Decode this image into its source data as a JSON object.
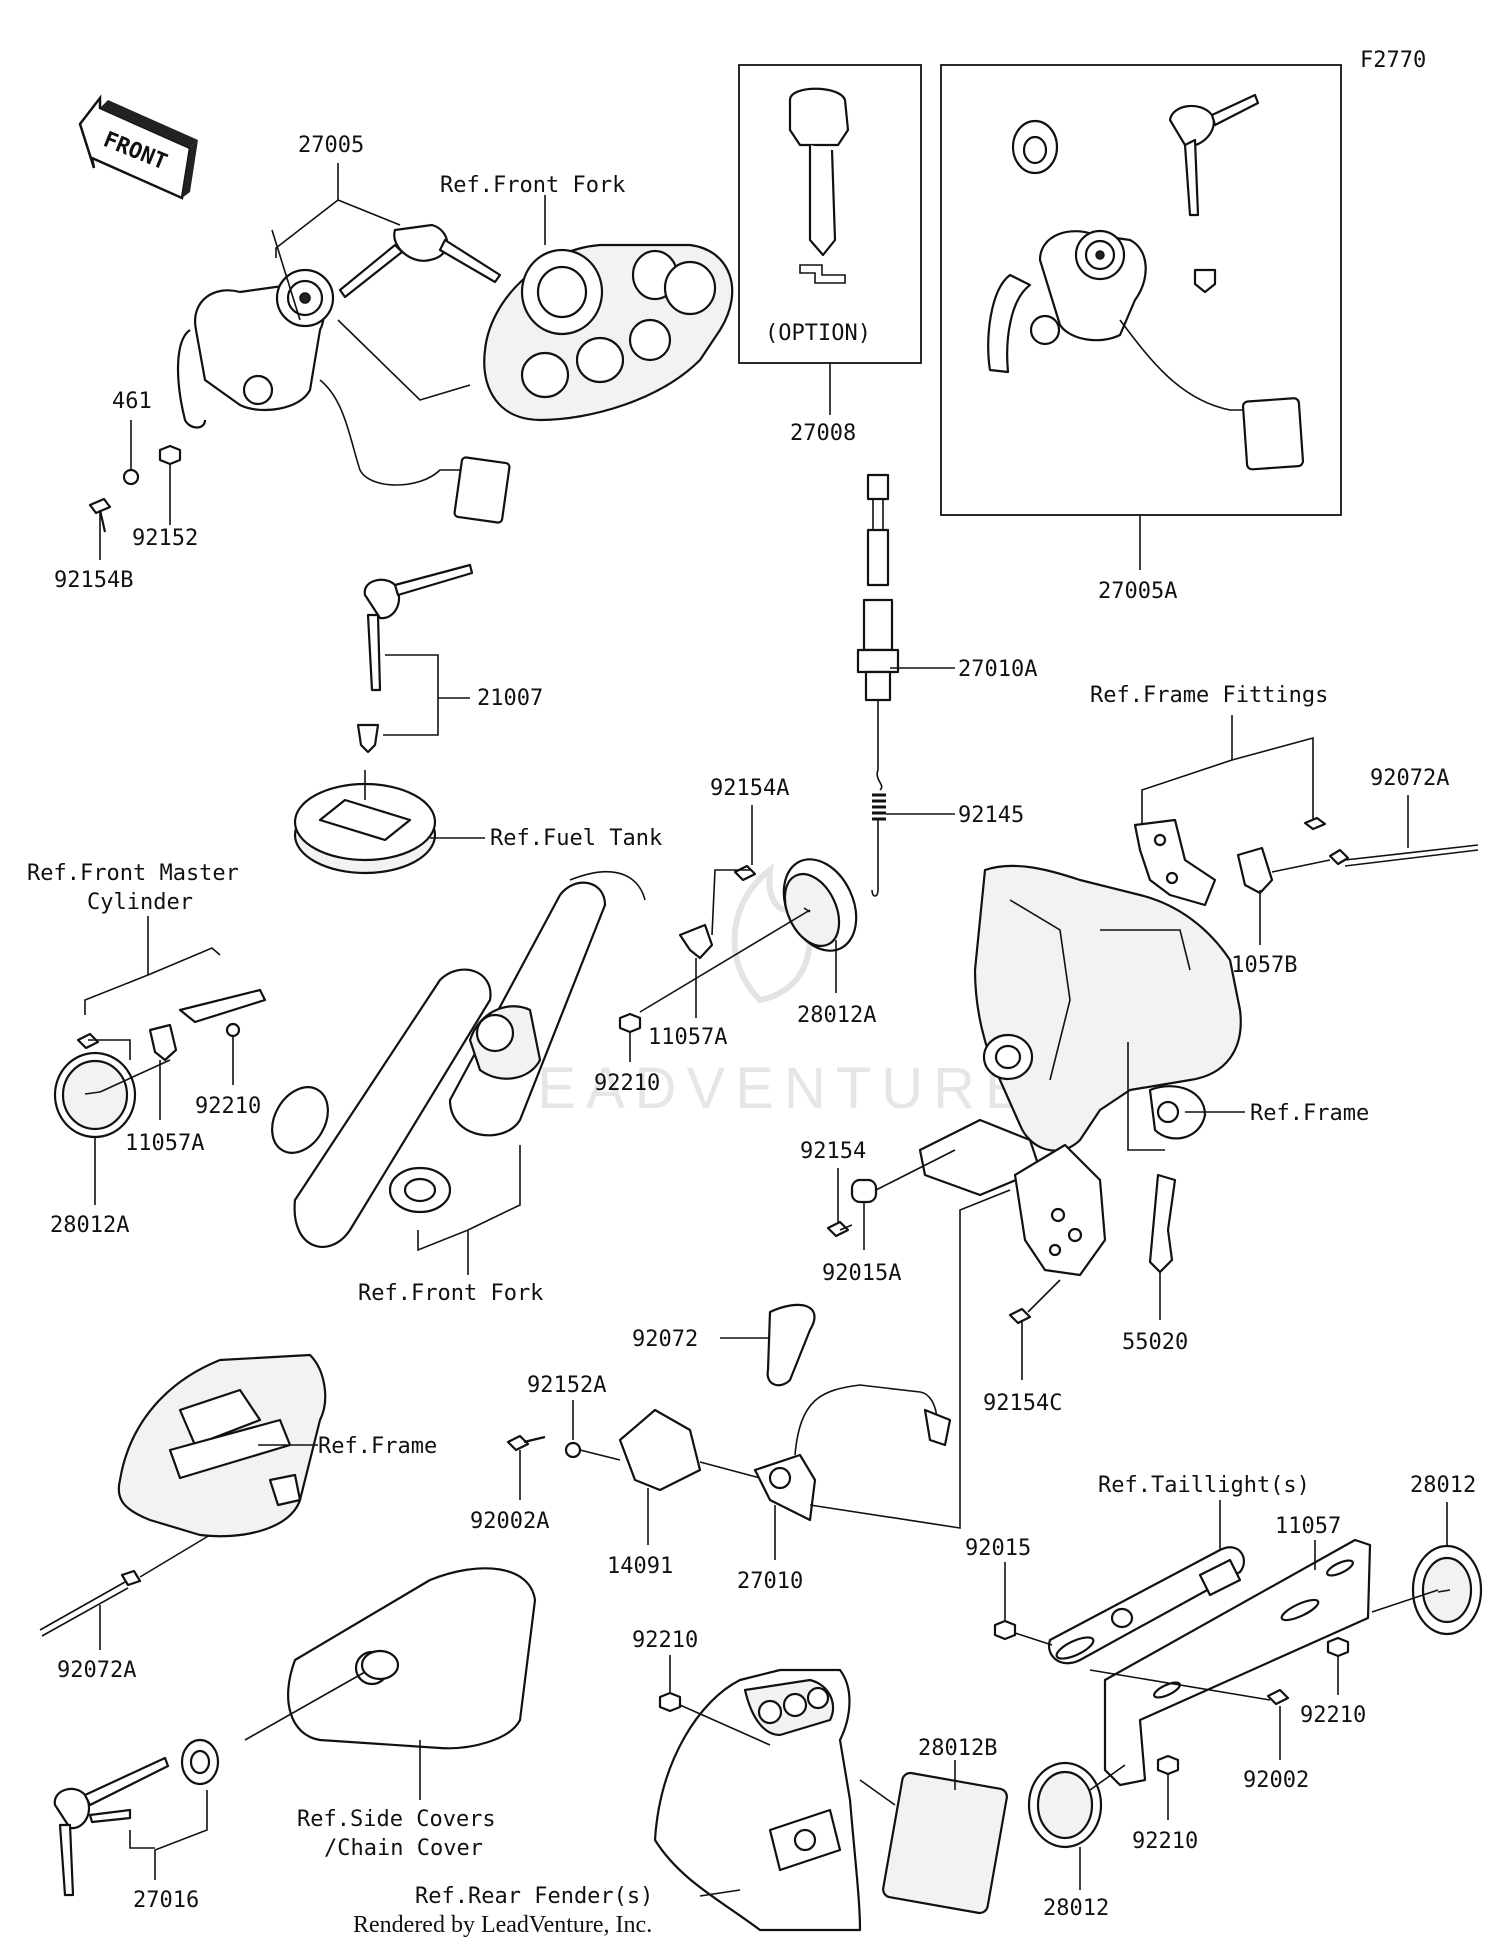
{
  "diagram_code": "F2770",
  "front_arrow_label": "FRONT",
  "footer": "Rendered by LeadVenture, Inc.",
  "watermark": "LEADVENTURE",
  "option_label": "(OPTION)",
  "labels": {
    "p27005": "27005",
    "p461": "461",
    "p92152": "92152",
    "p92154B": "92154B",
    "ref_front_fork_top": "Ref.Front Fork",
    "p27008": "27008",
    "p27005A": "27005A",
    "p21007": "21007",
    "ref_fuel_tank": "Ref.Fuel Tank",
    "p27010A": "27010A",
    "ref_frame_fittings": "Ref.Frame Fittings",
    "p92072A_top": "92072A",
    "p92145": "92145",
    "p92154A": "92154A",
    "ref_front_master_line1": "Ref.Front Master",
    "ref_front_master_line2": "Cylinder",
    "p11057B": "11057B",
    "p28012A_mid": "28012A",
    "p11057A_mid": "11057A",
    "p92210_mid": "92210",
    "p92210_left": "92210",
    "p11057A_left": "11057A",
    "p28012A_left": "28012A",
    "ref_frame_right": "Ref.Frame",
    "p92154": "92154",
    "p92015A": "92015A",
    "p55020": "55020",
    "ref_front_fork_bottom": "Ref.Front Fork",
    "p92072": "92072",
    "p92152A": "92152A",
    "p92154C": "92154C",
    "ref_frame_left": "Ref.Frame",
    "p92002A": "92002A",
    "p14091": "14091",
    "p27010": "27010",
    "ref_taillights": "Ref.Taillight(s)",
    "p28012_top": "28012",
    "p11057": "11057",
    "p92015": "92015",
    "p92072A_bottom": "92072A",
    "p92210_bottom": "92210",
    "p92210_right": "92210",
    "p92002": "92002",
    "p92210_right2": "92210",
    "p28012B": "28012B",
    "ref_side_covers_line1": "Ref.Side Covers",
    "ref_side_covers_line2": "/Chain Cover",
    "p28012_bottom": "28012",
    "p27016": "27016",
    "ref_rear_fender": "Ref.Rear Fender(s)"
  }
}
